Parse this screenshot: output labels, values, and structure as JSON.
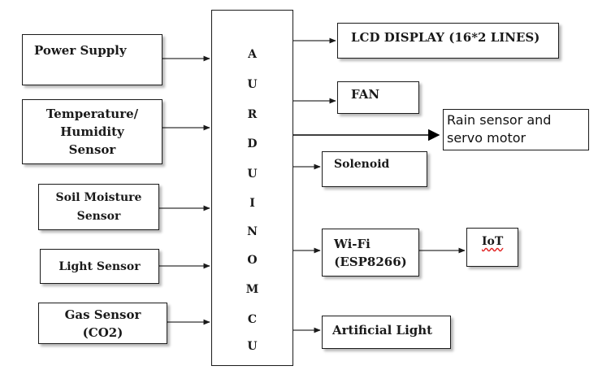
{
  "inputs": {
    "power_supply": "Power Supply",
    "temp_humidity_line1": "Temperature/",
    "temp_humidity_line2": "Humidity",
    "temp_humidity_line3": "Sensor",
    "soil_line1": "Soil Moisture",
    "soil_line2": "Sensor",
    "light_sensor": "Light Sensor",
    "gas_line1": "Gas Sensor",
    "gas_line2": "(CO2)"
  },
  "controller": {
    "letters": [
      "A",
      "U",
      "R",
      "D",
      "U",
      "I",
      "N",
      "O",
      "M",
      "C",
      "U"
    ]
  },
  "outputs": {
    "lcd": "LCD DISPLAY (16*2 LINES)",
    "fan": "FAN",
    "rain_line1": "Rain sensor and",
    "rain_line2": "servo motor",
    "solenoid": "Solenoid",
    "wifi_line1": "Wi-Fi",
    "wifi_line2": "(ESP8266)",
    "iot": "IoT",
    "artificial_light": "Artificial Light"
  }
}
